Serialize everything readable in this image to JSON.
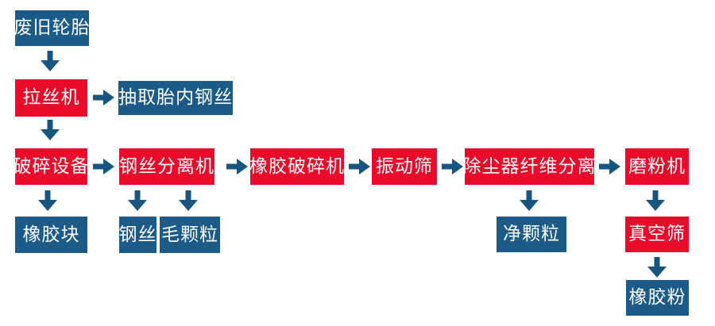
{
  "colors": {
    "process_box": "#ea0a2a",
    "result_box": "#1c5a88",
    "arrow": "#185681",
    "text": "#ffffff",
    "background": "#ffffff"
  },
  "nodes": {
    "waste_tire": "废旧轮胎",
    "wire_drawing_machine": "拉丝机",
    "extract_inner_steel_wire": "抽取胎内钢丝",
    "crushing_equipment": "破碎设备",
    "steel_wire_separator": "钢丝分离机",
    "rubber_crusher": "橡胶破碎机",
    "vibrating_screen": "振动筛",
    "dust_collector_fiber_separation": "除尘器纤维分离",
    "grinding_machine": "磨粉机",
    "rubber_block": "橡胶块",
    "steel_wire": "钢丝",
    "coarse_granule": "毛颗粒",
    "clean_granule": "净颗粒",
    "vacuum_screen": "真空筛",
    "rubber_powder": "橡胶粉"
  }
}
